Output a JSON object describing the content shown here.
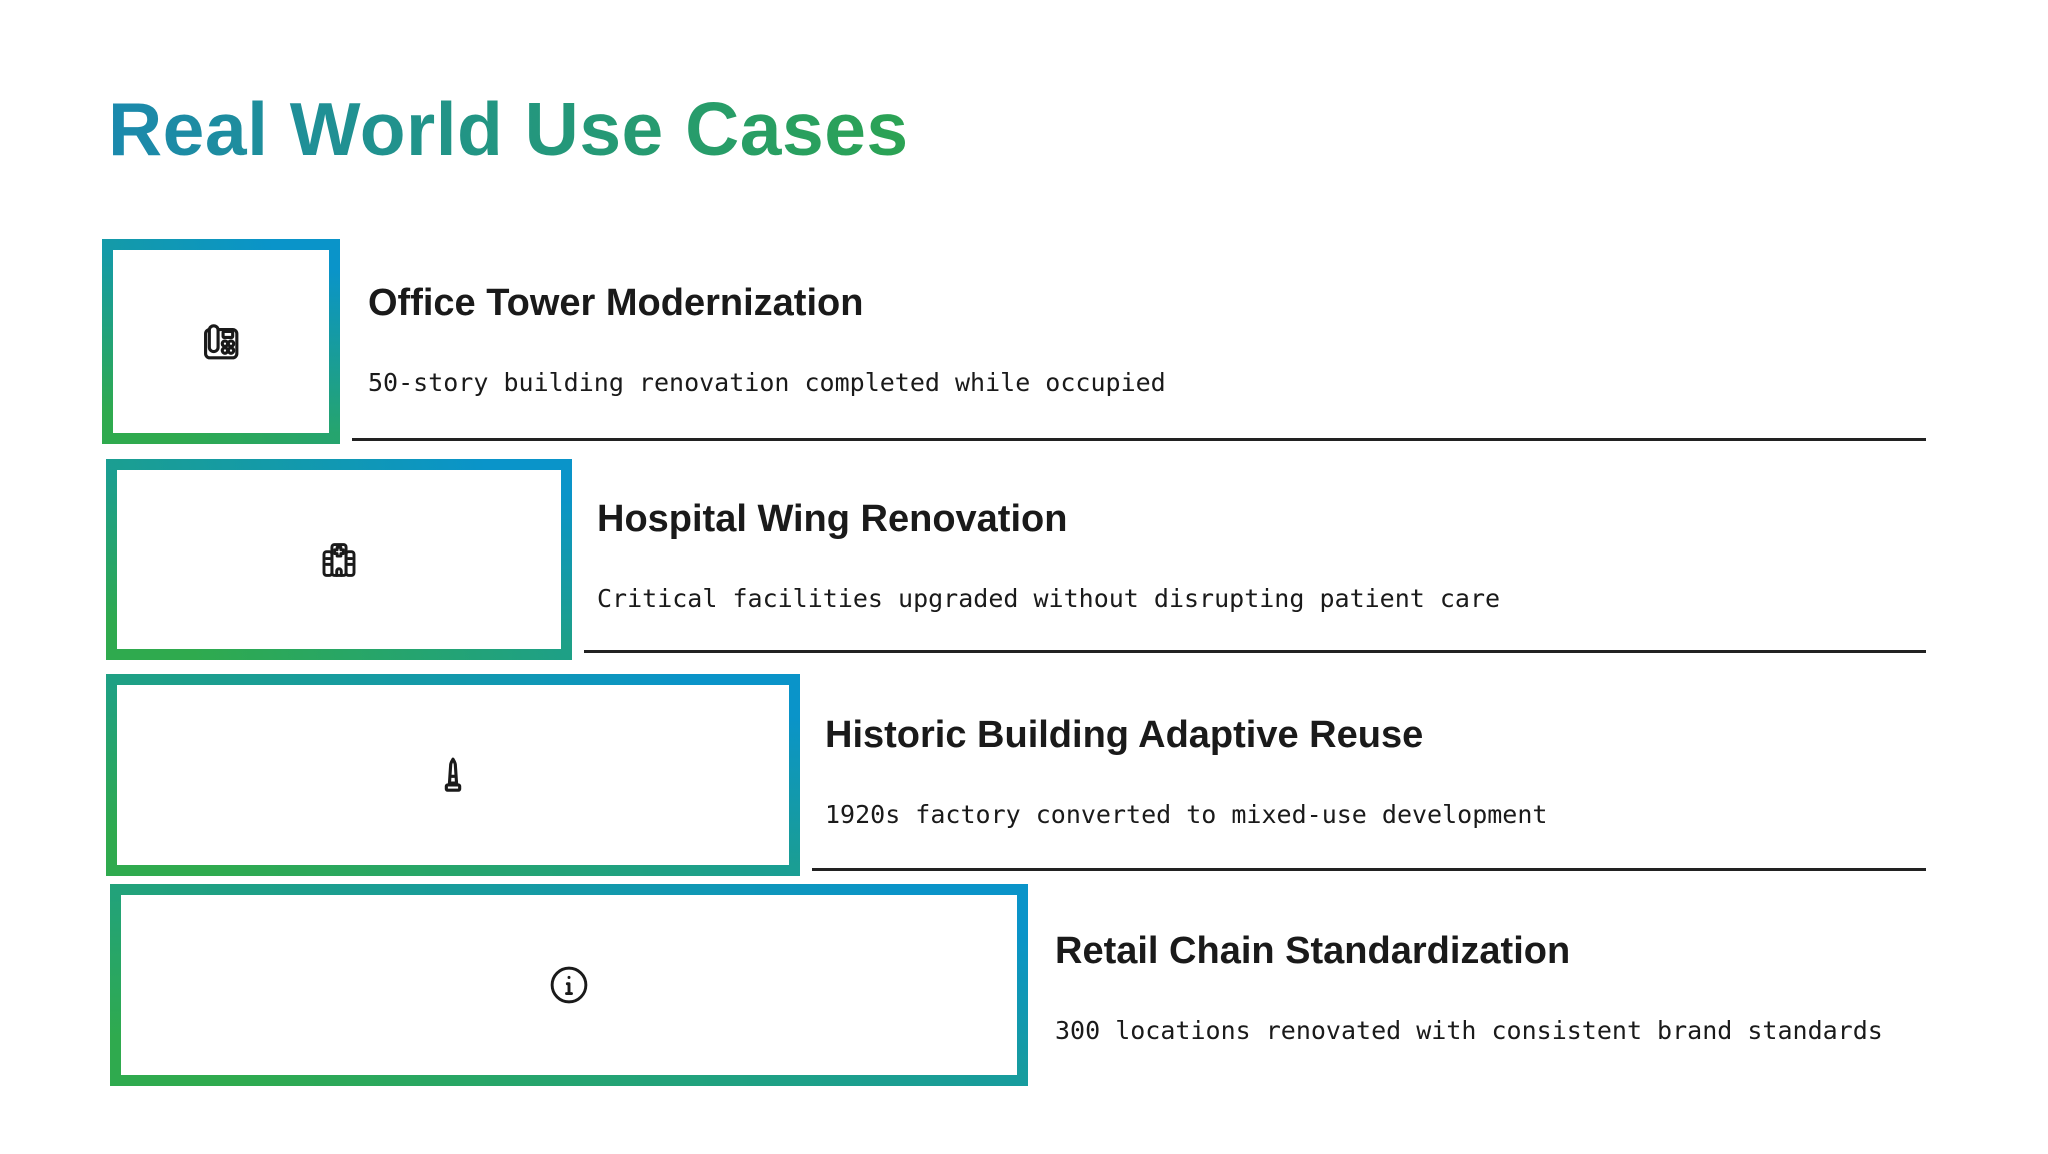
{
  "page": {
    "title": "Real World Use Cases"
  },
  "theme": {
    "title_gradient_start": "#1b89ad",
    "title_gradient_end": "#2ba353",
    "box_border_gradient_top": "#0a94c9",
    "box_border_gradient_bottom": "#2faa4e",
    "text_color": "#1a1a1a",
    "divider_color": "#222222",
    "background": "#ffffff"
  },
  "use_cases": [
    {
      "icon": "office-phone-icon",
      "title": "Office Tower Modernization",
      "description": "50-story building renovation completed while occupied"
    },
    {
      "icon": "hospital-icon",
      "title": "Hospital Wing Renovation",
      "description": "Critical facilities upgraded without disrupting patient care"
    },
    {
      "icon": "monument-icon",
      "title": "Historic Building Adaptive Reuse",
      "description": "1920s factory converted to mixed-use development"
    },
    {
      "icon": "info-icon",
      "title": "Retail Chain Standardization",
      "description": "300 locations renovated with consistent brand standards"
    }
  ]
}
